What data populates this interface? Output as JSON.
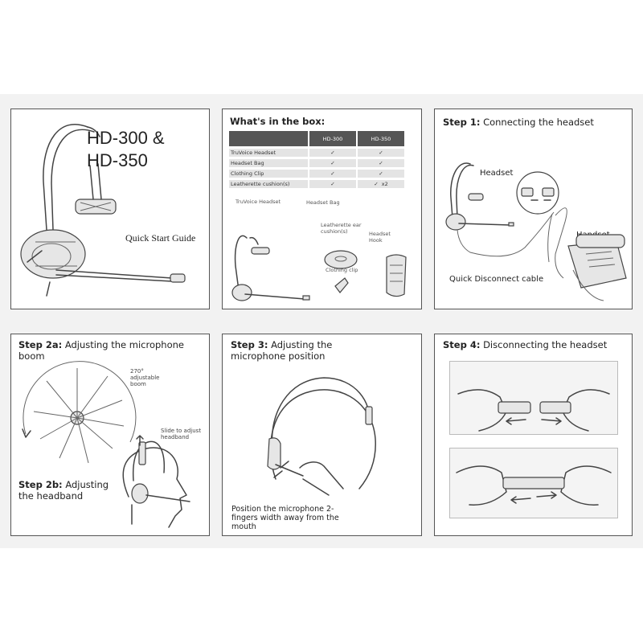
{
  "cover": {
    "title_line1": "HD-300 &",
    "title_line2": "HD-350",
    "subtitle": "Quick Start Guide"
  },
  "box": {
    "heading": "What's in the box:",
    "columns": [
      "HD-300",
      "HD-350"
    ],
    "rows": [
      {
        "item": "TruVoice Headset",
        "hd300": "✓",
        "hd350": "✓"
      },
      {
        "item": "Headset Bag",
        "hd300": "✓",
        "hd350": "✓"
      },
      {
        "item": "Clothing Clip",
        "hd300": "✓",
        "hd350": "✓"
      },
      {
        "item": "Leatherette cushion(s)",
        "hd300": "✓",
        "hd350": "✓",
        "hd350_extra": "x2"
      }
    ],
    "labels": {
      "headset": "TruVoice Headset",
      "bag": "Headset Bag",
      "cushion": "Leatherette ear cushion(s)",
      "hook": "Headset Hook",
      "clip": "Clothing clip"
    }
  },
  "step1": {
    "label": "Step 1:",
    "text": "Connecting the headset",
    "headset": "Headset",
    "handset": "Handset",
    "cable": "Quick Disconnect cable"
  },
  "step2a": {
    "label": "Step 2a:",
    "text": "Adjusting the microphone boom",
    "boom_note": "270° adjustable boom",
    "slide_note": "Slide to adjust headband"
  },
  "step2b": {
    "label": "Step 2b:",
    "text_line1": "Adjusting",
    "text_line2": "the headband"
  },
  "step3": {
    "label": "Step 3:",
    "text_line1": "Adjusting the",
    "text_line2": "microphone position",
    "caption": "Position the microphone 2-fingers width away from the mouth"
  },
  "step4": {
    "label": "Step 4:",
    "text": "Disconnecting the headset"
  }
}
